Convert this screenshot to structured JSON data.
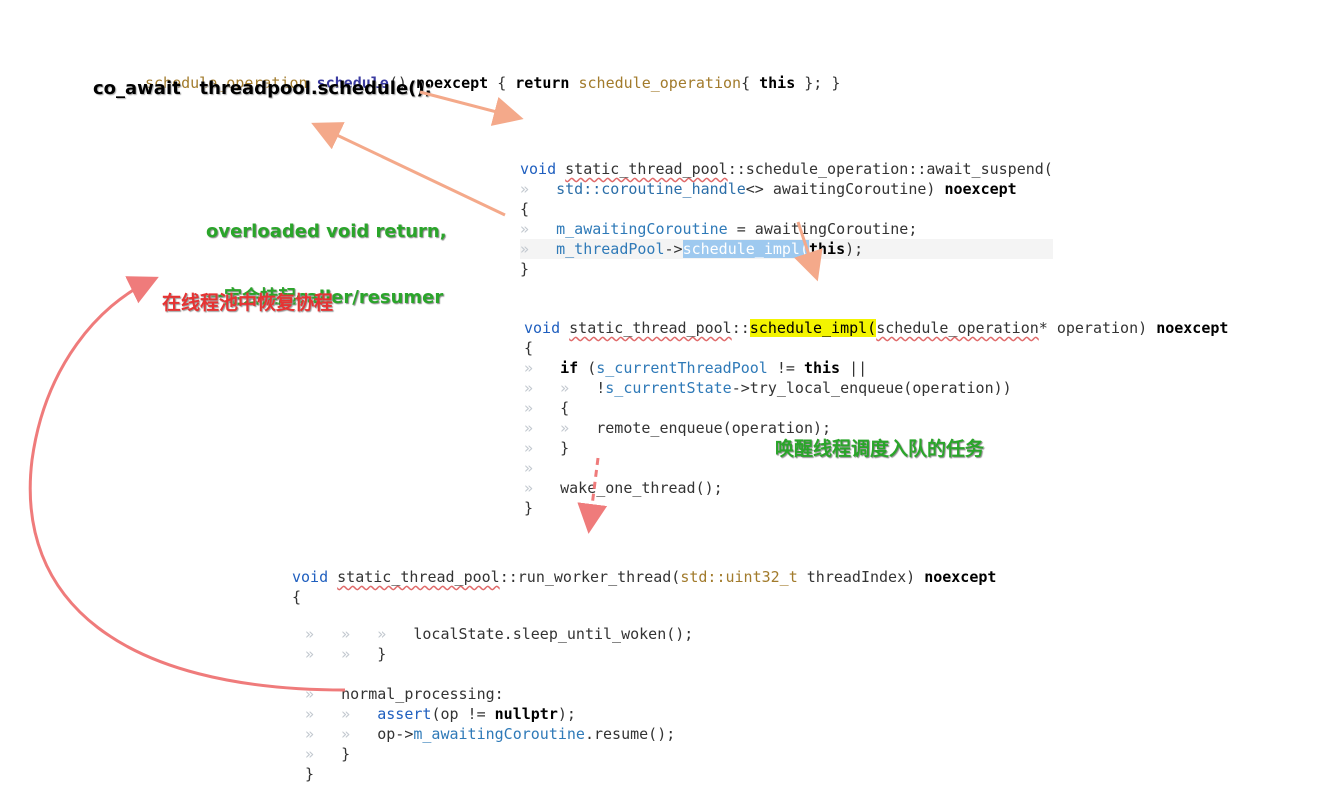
{
  "top_snippet": {
    "tokens": [
      {
        "cls": "ty",
        "text": "schedule_operation"
      },
      {
        "cls": "t",
        "text": " "
      },
      {
        "cls": "fn",
        "text": "schedule"
      },
      {
        "cls": "t",
        "text": "() "
      },
      {
        "cls": "bold",
        "text": "noexcept"
      },
      {
        "cls": "t",
        "text": " { "
      },
      {
        "cls": "bold",
        "text": "return"
      },
      {
        "cls": "t",
        "text": " "
      },
      {
        "cls": "ty",
        "text": "schedule_operation"
      },
      {
        "cls": "t",
        "text": "{ "
      },
      {
        "cls": "bold",
        "text": "this"
      },
      {
        "cls": "t",
        "text": " }; }"
      }
    ]
  },
  "co_await_label": "co_await   threadpool.schedule();",
  "overloaded_label": {
    "line1": "overloaded void return,",
    "line2": "一定会挂起caller/resumer"
  },
  "resume_in_pool_label": "在线程池中恢复协程",
  "wake_label": "唤醒线程调度入队的任务",
  "await_suspend_block": [
    [
      {
        "cls": "kw",
        "text": "void"
      },
      {
        "cls": "t",
        "text": " "
      },
      {
        "cls": "t underline",
        "text": "static_thread_pool"
      },
      {
        "cls": "t",
        "text": "::schedule_operation::await_suspend("
      }
    ],
    [
      {
        "cls": "muted",
        "text": "»   "
      },
      {
        "cls": "tn",
        "text": "std::coroutine_handle"
      },
      {
        "cls": "t",
        "text": "<> awaitingCoroutine) "
      },
      {
        "cls": "bold",
        "text": "noexcept"
      }
    ],
    [
      {
        "cls": "t",
        "text": "{"
      }
    ],
    [
      {
        "cls": "muted",
        "text": "»   "
      },
      {
        "cls": "mem",
        "text": "m_awaitingCoroutine"
      },
      {
        "cls": "t",
        "text": " = awaitingCoroutine;"
      }
    ],
    [
      {
        "cls": "muted",
        "text": "»   "
      },
      {
        "cls": "mem",
        "text": "m_threadPool"
      },
      {
        "cls": "t",
        "text": "->"
      },
      {
        "cls": "sel",
        "text": "schedule_impl("
      },
      {
        "cls": "bold",
        "text": "this"
      },
      {
        "cls": "t",
        "text": ");"
      }
    ],
    [
      {
        "cls": "t",
        "text": "}"
      }
    ]
  ],
  "schedule_impl_block": [
    [
      {
        "cls": "kw",
        "text": "void"
      },
      {
        "cls": "t",
        "text": " "
      },
      {
        "cls": "t underline",
        "text": "static_thread_pool"
      },
      {
        "cls": "t",
        "text": "::"
      },
      {
        "cls": "hl",
        "text": "schedule_impl("
      },
      {
        "cls": "t underline",
        "text": "schedule_operation"
      },
      {
        "cls": "t",
        "text": "* operation) "
      },
      {
        "cls": "bold",
        "text": "noexcept"
      }
    ],
    [
      {
        "cls": "t",
        "text": "{"
      }
    ],
    [
      {
        "cls": "muted",
        "text": "»   "
      },
      {
        "cls": "bold",
        "text": "if"
      },
      {
        "cls": "t",
        "text": " ("
      },
      {
        "cls": "mem",
        "text": "s_currentThreadPool"
      },
      {
        "cls": "t",
        "text": " != "
      },
      {
        "cls": "bold",
        "text": "this"
      },
      {
        "cls": "t",
        "text": " ||"
      }
    ],
    [
      {
        "cls": "muted",
        "text": "»   »   "
      },
      {
        "cls": "t",
        "text": "!"
      },
      {
        "cls": "mem",
        "text": "s_currentState"
      },
      {
        "cls": "t",
        "text": "->try_local_enqueue(operation))"
      }
    ],
    [
      {
        "cls": "muted",
        "text": "»   "
      },
      {
        "cls": "t",
        "text": "{"
      }
    ],
    [
      {
        "cls": "muted",
        "text": "»   »   "
      },
      {
        "cls": "t",
        "text": "remote_enqueue(operation);"
      }
    ],
    [
      {
        "cls": "muted",
        "text": "»   "
      },
      {
        "cls": "t",
        "text": "}"
      }
    ],
    [
      {
        "cls": "muted",
        "text": "»"
      }
    ],
    [
      {
        "cls": "muted",
        "text": "»   "
      },
      {
        "cls": "t",
        "text": "wake_one_thread();"
      }
    ],
    [
      {
        "cls": "t",
        "text": "}"
      }
    ]
  ],
  "run_worker_block": [
    [
      {
        "cls": "kw",
        "text": "void"
      },
      {
        "cls": "t",
        "text": " "
      },
      {
        "cls": "t underline",
        "text": "static_thread_pool"
      },
      {
        "cls": "t",
        "text": "::run_worker_thread("
      },
      {
        "cls": "ty",
        "text": "std::uint32_t"
      },
      {
        "cls": "t",
        "text": " threadIndex) "
      },
      {
        "cls": "bold",
        "text": "noexcept"
      }
    ],
    [
      {
        "cls": "t",
        "text": "{"
      }
    ]
  ],
  "run_worker_tail": [
    [
      {
        "cls": "muted",
        "text": "»   »   »   "
      },
      {
        "cls": "t",
        "text": "localState.sleep_until_woken();"
      }
    ],
    [
      {
        "cls": "muted",
        "text": "»   »   "
      },
      {
        "cls": "t",
        "text": "}"
      }
    ],
    [
      {
        "cls": "t",
        "text": ""
      }
    ],
    [
      {
        "cls": "muted",
        "text": "»   "
      },
      {
        "cls": "t",
        "text": "normal_processing:"
      }
    ],
    [
      {
        "cls": "muted",
        "text": "»   »   "
      },
      {
        "cls": "kw",
        "text": "assert"
      },
      {
        "cls": "t",
        "text": "(op != "
      },
      {
        "cls": "bold",
        "text": "nullptr"
      },
      {
        "cls": "t",
        "text": ");"
      }
    ],
    [
      {
        "cls": "muted",
        "text": "»   »   "
      },
      {
        "cls": "t",
        "text": "op->"
      },
      {
        "cls": "mem",
        "text": "m_awaitingCoroutine"
      },
      {
        "cls": "t",
        "text": ".resume();"
      }
    ],
    [
      {
        "cls": "muted",
        "text": "»   "
      },
      {
        "cls": "t",
        "text": "}"
      }
    ],
    [
      {
        "cls": "t",
        "text": "}"
      }
    ]
  ],
  "colors": {
    "arrow_orange": "#f4a98a",
    "arrow_red": "#ef7b7b",
    "annotation_green": "#2aa52a",
    "annotation_red": "#e63333",
    "selection_blue": "#9ec9ef",
    "highlight_yellow": "#f3f400"
  }
}
